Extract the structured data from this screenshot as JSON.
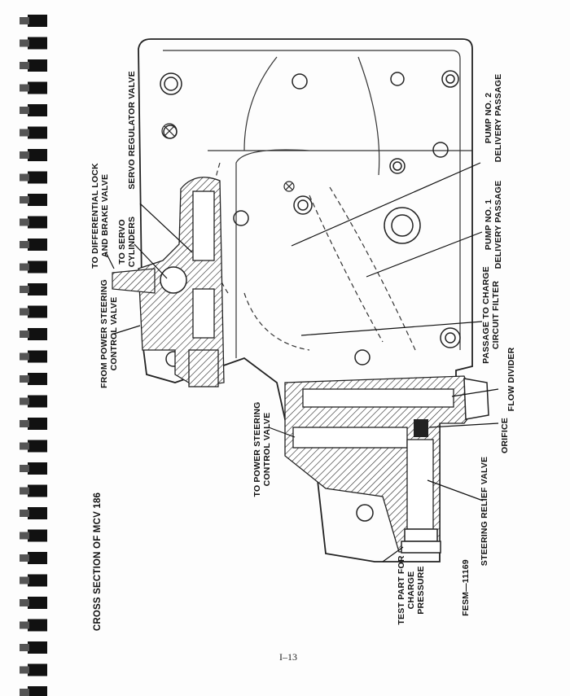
{
  "figure": {
    "title": "CROSS SECTION OF MCV 186",
    "figure_id": "FESM—11169",
    "page_number": "I–13"
  },
  "labels": {
    "diff_lock": [
      "TO DIFFERENTIAL LOCK",
      "AND BRAKE VALVE"
    ],
    "servo_cyl": [
      "TO SERVO",
      "CYLINDERS"
    ],
    "servo_reg": "SERVO REGULATOR VALVE",
    "from_ps": [
      "FROM POWER STEERING",
      "CONTROL VALVE"
    ],
    "pump2": [
      "PUMP NO. 2",
      "DELIVERY PASSAGE"
    ],
    "pump1": [
      "PUMP NO. 1",
      "DELIVERY PASSAGE"
    ],
    "charge": [
      "PASSAGE TO CHARGE",
      "CIRCUIT FILTER"
    ],
    "flow_divider": "FLOW DIVIDER",
    "orifice": "ORIFICE",
    "relief": "STEERING RELIEF VALVE",
    "to_ps": [
      "TO POWER STEERING",
      "CONTROL VALVE"
    ],
    "test_port": [
      "TEST PART FOR",
      "CHARGE",
      "PRESSURE"
    ]
  }
}
